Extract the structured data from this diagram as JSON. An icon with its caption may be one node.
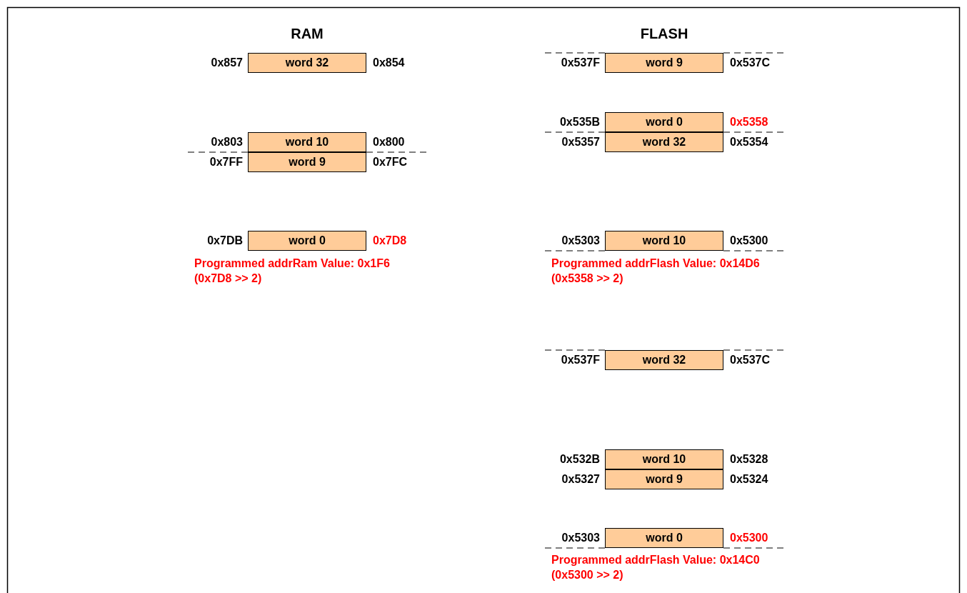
{
  "diagram": {
    "nodes": [
      {
        "text": [
          "word 32"
        ],
        "beside": [
          "0x857",
          "0x854"
        ]
      },
      {
        "text": [
          "word 10"
        ],
        "beside": [
          "0x803",
          "0x800"
        ]
      },
      {
        "text": [
          "word 9"
        ],
        "beside": [
          "0x7FF",
          "0x7FC"
        ]
      },
      {
        "text": [
          "word 0"
        ],
        "beside": [
          "0x7DB",
          "0x7D8"
        ]
      },
      {
        "text": [
          "word 9"
        ],
        "beside": [
          "0x537F",
          "0x537C"
        ]
      },
      {
        "text": [
          "word 0"
        ],
        "beside": [
          "0x535B",
          "0x5358"
        ]
      },
      {
        "text": [
          "word 32"
        ],
        "beside": [
          "0x5357",
          "0x5354"
        ]
      },
      {
        "text": [
          "word 10"
        ],
        "beside": [
          "0x5303",
          "0x5300"
        ]
      },
      {
        "text": [
          "word 32"
        ],
        "beside": [
          "0x537F",
          "0x537C"
        ]
      },
      {
        "text": [
          "word 10"
        ],
        "beside": [
          "0x532B",
          "0x5328"
        ]
      },
      {
        "text": [
          "word 9"
        ],
        "beside": [
          "0x5327",
          "0x5324"
        ]
      },
      {
        "text": [
          "word 0"
        ],
        "beside": [
          "0x5303",
          "0x5300"
        ]
      }
    ],
    "edges": [],
    "labels": [
      "RAM",
      "FLASH",
      "Programmed addrRam Value: 0x1F6 (0x7D8 >> 2)",
      "Programmed addrFlash Value: 0x14D6 (0x5358 >> 2)",
      "Programmed addrFlash Value: 0x14C0 (0x5300 >> 2)"
    ]
  }
}
